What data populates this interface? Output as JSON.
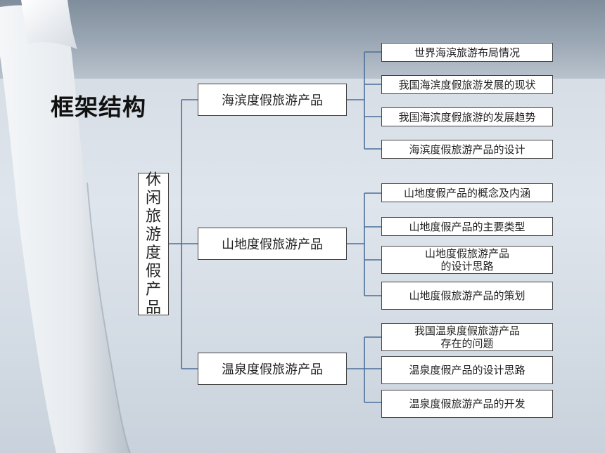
{
  "heading": "框架结构",
  "root": "休闲旅游度假产品",
  "branches": [
    {
      "label": "海滨度假旅游产品",
      "items": [
        "世界海滨旅游布局情况",
        "我国海滨度假旅游发展的现状",
        "我国海滨度假旅游的发展趋势",
        "海滨度假旅游产品的设计"
      ]
    },
    {
      "label": "山地度假旅游产品",
      "items": [
        "山地度假产品的概念及内涵",
        "山地度假产品的主要类型",
        "山地度假旅游产品\n的设计思路",
        "山地度假旅游产品的策划"
      ]
    },
    {
      "label": "温泉度假旅游产品",
      "items": [
        "我国温泉度假旅游产品\n存在的问题",
        "温泉度假产品的设计思路",
        "温泉度假旅游产品的开发"
      ]
    }
  ],
  "colors": {
    "connector": "#4a6f9a",
    "box_border": "#444444",
    "box_fill": "#ffffff"
  }
}
